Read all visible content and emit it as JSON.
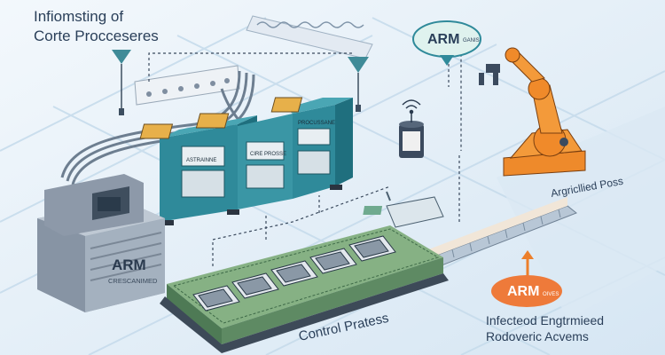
{
  "header": {
    "title_line1": "Infiomsting of",
    "title_line2": "Corte Procceseres"
  },
  "arm_bubble_top": {
    "label": "ARM",
    "sub": "GANIS"
  },
  "server": {
    "label": "ARM",
    "sub": "CRESCANIMED"
  },
  "arm_bubble_bottom": {
    "label": "ARM",
    "sub": "OIVES"
  },
  "robot_caption": "Argricllied Poss",
  "process_label": "Control Pratess",
  "bottom_right": {
    "line1": "Infecteod Engtrmieed",
    "line2": "Rodoveric Acvems"
  },
  "cabinet_labels": [
    "PROCUSSANE",
    "ASTRAINNE",
    "CIRE PROSSE"
  ],
  "colors": {
    "background": "#eaf3fa",
    "teal": "#2f8a9a",
    "orange": "#ec7f2b",
    "green_platform": "#5a8a5e",
    "text": "#2a3f59",
    "arm_bubble_top_fill": "#dff2ee",
    "arm_bubble_bottom_fill": "#ee7a3a"
  },
  "icons": [
    "wifi-icon",
    "sensor-canister-icon",
    "robot-arm-icon",
    "funnel-icon",
    "circuit-board-icon"
  ]
}
